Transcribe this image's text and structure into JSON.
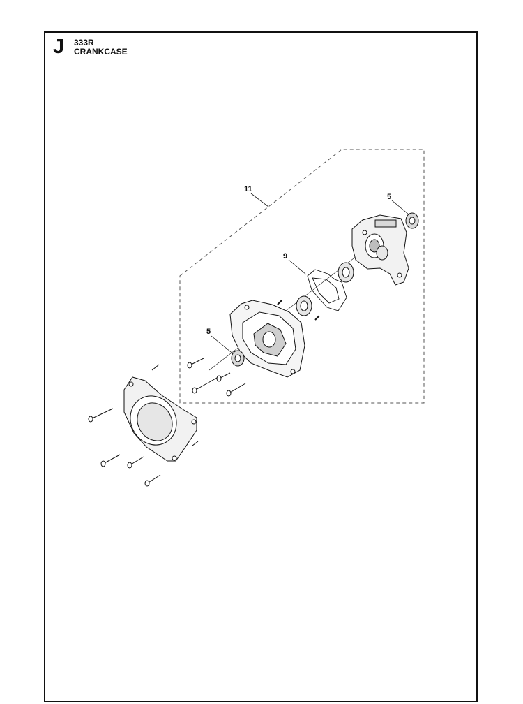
{
  "header": {
    "section_letter": "J",
    "model": "333R",
    "title": "CRANKCASE"
  },
  "callouts": {
    "assembly": "11",
    "seal_top": "5",
    "gasket": "9",
    "seal_left": "5"
  },
  "colors": {
    "line": "#111111",
    "dash": "#555555",
    "shade": "#d9d9d9"
  }
}
